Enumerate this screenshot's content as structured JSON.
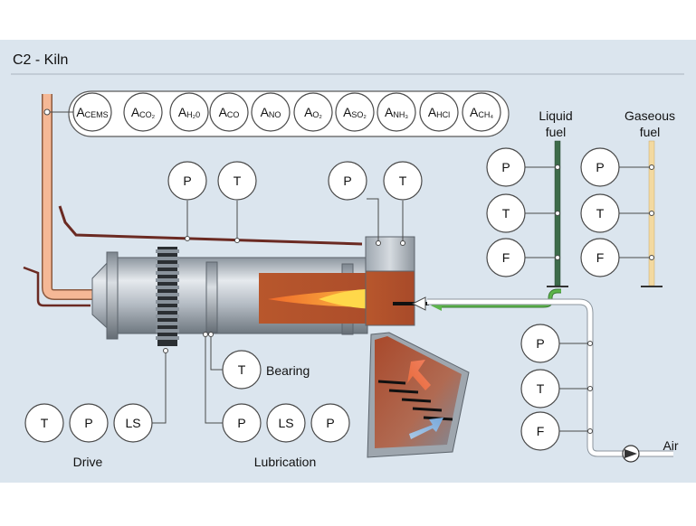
{
  "title": "C2 - Kiln",
  "analyzers": [
    {
      "main": "A",
      "sub": "CEMS"
    },
    {
      "main": "A",
      "sub": "CO₂"
    },
    {
      "main": "A",
      "sub": "H₂0"
    },
    {
      "main": "A",
      "sub": "CO"
    },
    {
      "main": "A",
      "sub": "NO"
    },
    {
      "main": "A",
      "sub": "O₂"
    },
    {
      "main": "A",
      "sub": "SO₂"
    },
    {
      "main": "A",
      "sub": "NH₃"
    },
    {
      "main": "A",
      "sub": "HCl"
    },
    {
      "main": "A",
      "sub": "CH₄"
    }
  ],
  "kiln_instruments": [
    "P",
    "T"
  ],
  "hood_instruments": [
    "P",
    "T"
  ],
  "liquid_fuel": {
    "label_line1": "Liquid",
    "label_line2": "fuel",
    "instruments": [
      "P",
      "T",
      "F"
    ]
  },
  "gaseous_fuel": {
    "label_line1": "Gaseous",
    "label_line2": "fuel",
    "instruments": [
      "P",
      "T",
      "F"
    ]
  },
  "air": {
    "label": "Air",
    "instruments": [
      "P",
      "T",
      "F"
    ]
  },
  "bearing": {
    "label": "Bearing",
    "instrument": "T"
  },
  "drive": {
    "label": "Drive",
    "instruments": [
      "T",
      "P",
      "LS"
    ]
  },
  "lubrication": {
    "label": "Lubrication",
    "instruments": [
      "P",
      "LS",
      "P"
    ]
  },
  "colors": {
    "panel_background": "#dbe5ee",
    "liquid_fuel_line": "#3d6b4a",
    "gaseous_fuel_line": "#f3d9a0",
    "fuel_feed_line": "#5cb54a",
    "flue_gas_duct": "#f5b896",
    "tertiary_air_duct": "#6b2a22"
  }
}
